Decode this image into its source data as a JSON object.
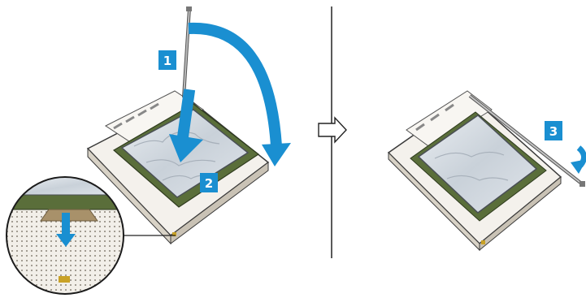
{
  "figure": {
    "background": "#ffffff",
    "accent_color": "#1a8fd1",
    "callouts": [
      {
        "id": "lever-up",
        "label": "1"
      },
      {
        "id": "cpu-place",
        "label": "2"
      },
      {
        "id": "lever-down",
        "label": "3"
      }
    ],
    "icons": [
      "processor-icon",
      "socket-icon",
      "zoom-inset-icon",
      "next-step-arrow-icon",
      "rotation-arrow-icon"
    ]
  }
}
